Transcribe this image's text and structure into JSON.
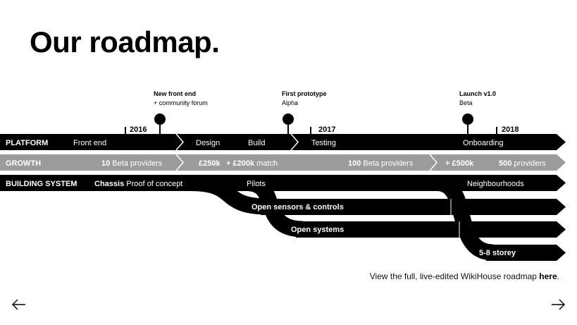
{
  "title": "Our roadmap.",
  "milestones": [
    {
      "title": "New front end",
      "subtitle": "+ community forum"
    },
    {
      "title": "First prototype",
      "subtitle": "Alpha"
    },
    {
      "title": "Launch v1.0",
      "subtitle": "Beta"
    }
  ],
  "years": [
    "2016",
    "2017",
    "2018"
  ],
  "tracks": {
    "platform": {
      "label": "PLATFORM",
      "phases": [
        "Front end",
        "Design",
        "Build",
        "Testing",
        "Onboarding"
      ]
    },
    "growth": {
      "label": "GROWTH",
      "items": [
        {
          "bold": "10",
          "text": " Beta providers"
        },
        {
          "bold": "£250k",
          "text": ""
        },
        {
          "bold": "+ £200k",
          "text": " match"
        },
        {
          "bold": "100",
          "text": " Beta providers"
        },
        {
          "bold": "+ £500k",
          "text": ""
        },
        {
          "bold": "500",
          "text": " providers"
        }
      ]
    },
    "building": {
      "label": "BUILDING SYSTEM",
      "chassis_bold": "Chassis",
      "chassis_text": " Proof of concept",
      "pilots": "Pilots",
      "neighbourhoods": "Neighbourhoods",
      "branches": [
        "Open sensors & controls",
        "Open systems",
        "5-8 storey"
      ]
    }
  },
  "footer": {
    "prefix": "View the full, live-edited WikiHouse roadmap ",
    "link": "here",
    "suffix": "."
  },
  "nav": {
    "prev": "previous-slide",
    "next": "next-slide"
  },
  "colors": {
    "black": "#000000",
    "grey": "#9b9b9b",
    "white": "#ffffff"
  }
}
